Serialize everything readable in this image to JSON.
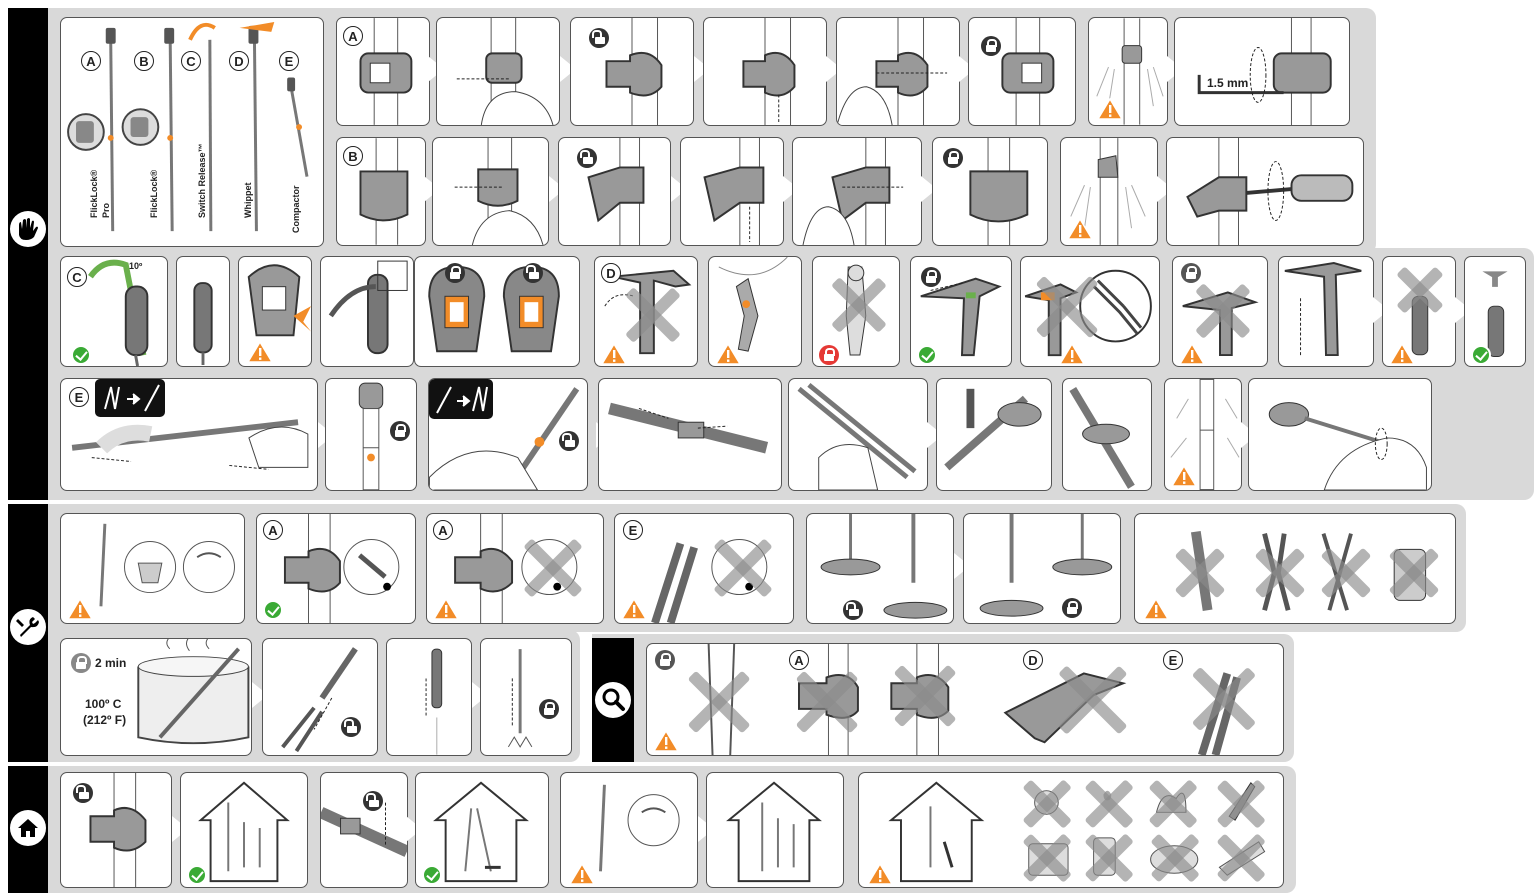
{
  "sections": {
    "use": {
      "icon": "glove-hand-icon"
    },
    "maintenance": {
      "icon": "wrench-icon"
    },
    "inspection": {
      "icon": "magnifier-icon"
    },
    "storage": {
      "icon": "house-icon"
    }
  },
  "models": [
    {
      "letter": "A",
      "name": "FlickLock®",
      "name2": "Pro"
    },
    {
      "letter": "B",
      "name": "FlickLock®",
      "name2": ""
    },
    {
      "letter": "C",
      "name": "Switch Release™",
      "name2": ""
    },
    {
      "letter": "D",
      "name": "Whippet",
      "name2": ""
    },
    {
      "letter": "E",
      "name": "Compactor",
      "name2": ""
    }
  ],
  "step_labels": {
    "a": "A",
    "b": "B",
    "c": "C",
    "d": "D",
    "e": "E"
  },
  "annotations": {
    "hex_key": "1.5 mm",
    "strap_angle": "10º",
    "boil_time": "2 min",
    "boil_temp_c": "100º C",
    "boil_temp_f": "(212º F)"
  },
  "colors": {
    "accent_orange": "#f28c28",
    "ok_green": "#3aaa35",
    "band_gray": "#d9d9d9"
  }
}
